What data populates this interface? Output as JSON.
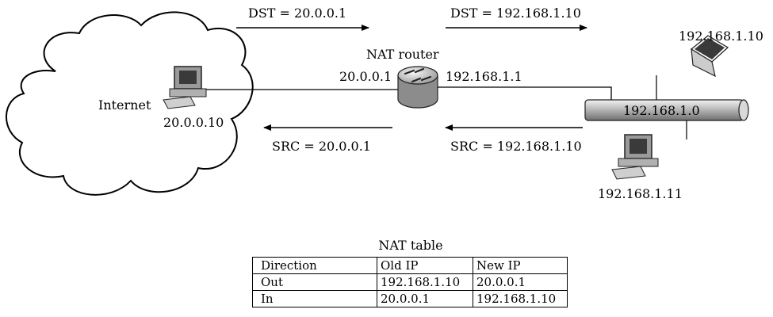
{
  "labels": {
    "internet": "Internet",
    "internet_host_ip": "20.0.0.10",
    "router_title": "NAT router",
    "router_left_ip": "20.0.0.1",
    "router_right_ip": "192.168.1.1",
    "lan_network": "192.168.1.0",
    "laptop_ip": "192.168.1.10",
    "pc_ip": "192.168.1.11",
    "dst_left": "DST = 20.0.0.1",
    "dst_right": "DST = 192.168.1.10",
    "src_left": "SRC = 20.0.0.1",
    "src_right": "SRC = 192.168.1.10"
  },
  "nat_table": {
    "title": "NAT table",
    "headers": [
      "Direction",
      "Old IP",
      "New IP"
    ],
    "rows": [
      [
        "Out",
        "192.168.1.10",
        "20.0.0.1"
      ],
      [
        "In",
        "20.0.0.1",
        "192.168.1.10"
      ]
    ]
  }
}
